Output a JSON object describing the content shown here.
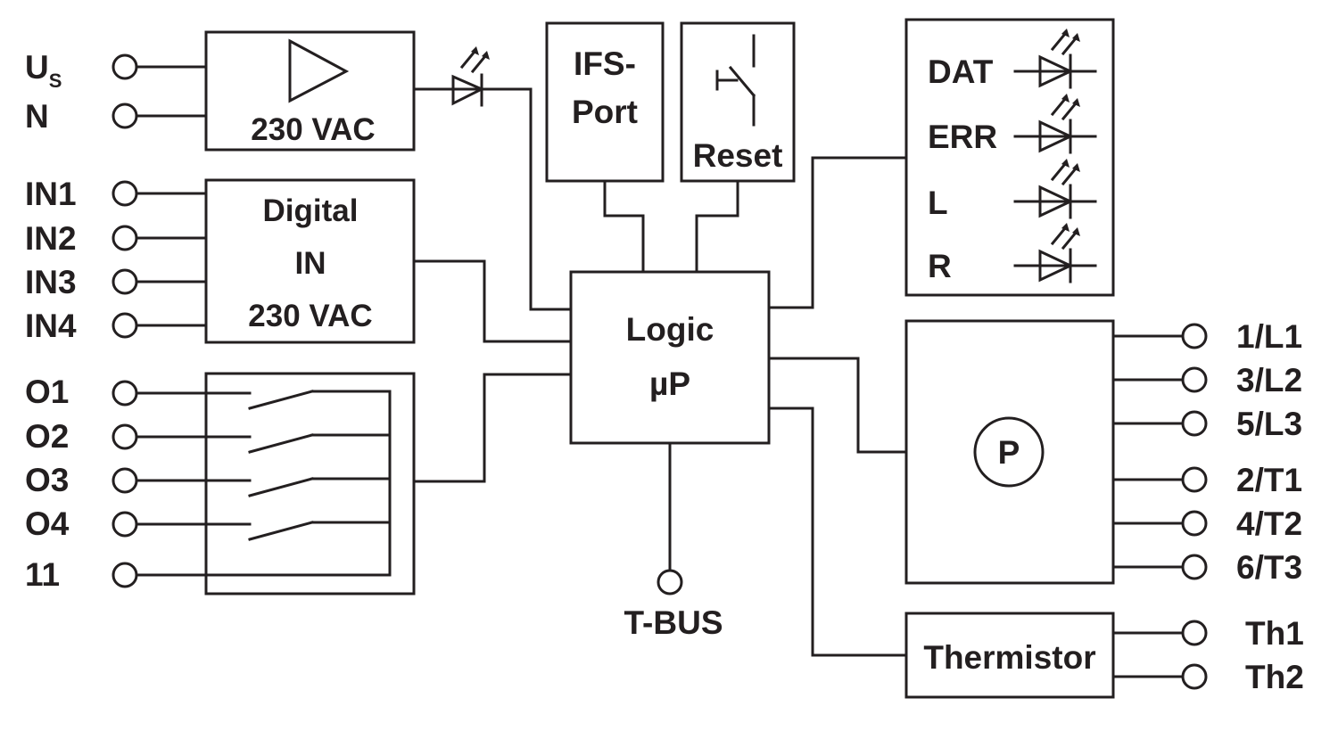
{
  "left_terminals": {
    "us_main": "U",
    "us_sub": "S",
    "n": "N",
    "in1": "IN1",
    "in2": "IN2",
    "in3": "IN3",
    "in4": "IN4",
    "o1": "O1",
    "o2": "O2",
    "o3": "O3",
    "o4": "O4",
    "t11": "11"
  },
  "blocks": {
    "power": "230 VAC",
    "digital_in": [
      "Digital",
      "IN",
      "230 VAC"
    ],
    "ifs_port": [
      "IFS-",
      "Port"
    ],
    "reset": "Reset",
    "logic": [
      "Logic",
      "µP"
    ],
    "power_circle": "P",
    "thermistor": "Thermistor"
  },
  "leds": [
    "DAT",
    "ERR",
    "L",
    "R"
  ],
  "right_terminals": [
    "1/L1",
    "3/L2",
    "5/L3",
    "2/T1",
    "4/T2",
    "6/T3"
  ],
  "thermistor_terminals": [
    "Th1",
    "Th2"
  ],
  "bus": "T-BUS"
}
